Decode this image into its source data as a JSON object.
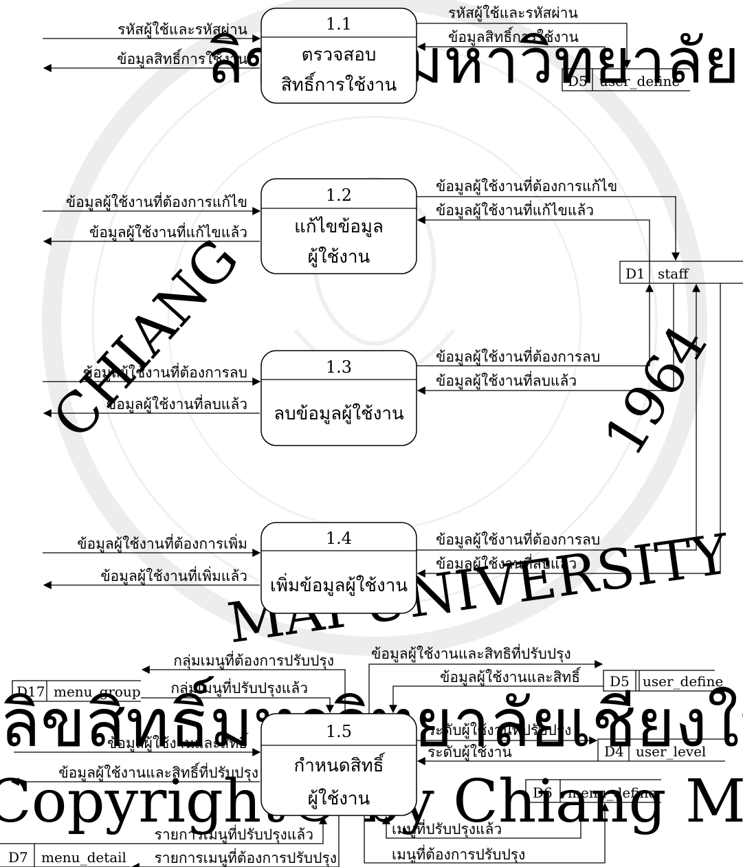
{
  "watermark": {
    "top_text": "ลิขสิทธิ์มหาวิทยาลัยเชียงใหม่",
    "arc_left": "CHIANG",
    "arc_bottom": "MAI UNIVERSITY",
    "year": "1964",
    "thai_line": "ลิขสิทธิ์มหาวิทยาลัยเชียงใหม่",
    "copyright_line": "Copyright© by Chiang Mai University"
  },
  "processes": {
    "p11": {
      "id": "1.1",
      "line1": "ตรวจสอบ",
      "line2": "สิทธิ์การใช้งาน"
    },
    "p12": {
      "id": "1.2",
      "line1": "แก้ไขข้อมูล",
      "line2": "ผู้ใช้งาน"
    },
    "p13": {
      "id": "1.3",
      "line1": "ลบข้อมูลผู้ใช้งาน"
    },
    "p14": {
      "id": "1.4",
      "line1": "เพิ่มข้อมูลผู้ใช้งาน"
    },
    "p15": {
      "id": "1.5",
      "line1": "กำหนดสิทธิ์",
      "line2": "ผู้ใช้งาน"
    }
  },
  "stores": {
    "d5_top": {
      "id": "D5",
      "name": "user_define"
    },
    "d1": {
      "id": "D1",
      "name": "staff"
    },
    "d17": {
      "id": "D17",
      "name": "menu_group"
    },
    "d5_bottom": {
      "id": "D5",
      "name": "user_define"
    },
    "d4": {
      "id": "D4",
      "name": "user_level"
    },
    "d6": {
      "id": "D6",
      "name": "menu_define"
    },
    "d7": {
      "id": "D7",
      "name": "menu_detail"
    }
  },
  "flows": {
    "f11_in": "รหัสผู้ใช้และรหัสผ่าน",
    "f11_out": "ข้อมูลสิทธิ์การใช้งาน",
    "f11_to_d5": "รหัสผู้ใช้และรหัสผ่าน",
    "f11_from_d5": "ข้อมูลสิทธิ์การใช้งาน",
    "f12_in": "ข้อมูลผู้ใช้งานที่ต้องการแก้ไข",
    "f12_out": "ข้อมูลผู้ใช้งานที่แก้ไขแล้ว",
    "f12_to_d1": "ข้อมูลผู้ใช้งานที่ต้องการแก้ไข",
    "f12_from_d1": "ข้อมูลผู้ใช้งานที่แก้ไขแล้ว",
    "f13_in": "ข้อมูลผู้ใช้งานที่ต้องการลบ",
    "f13_out": "ข้อมูลผู้ใช้งานที่ลบแล้ว",
    "f13_to_d1": "ข้อมูลผู้ใช้งานที่ต้องการลบ",
    "f13_from_d1": "ข้อมูลผู้ใช้งานที่ลบแล้ว",
    "f14_in": "ข้อมูลผู้ใช้งานที่ต้องการเพิ่ม",
    "f14_out": "ข้อมูลผู้ใช้งานที่เพิ่มแล้ว",
    "f14_to_d1": "ข้อมูลผู้ใช้งานที่ต้องการลบ",
    "f14_from_d1": "ข้อมูลผู้ใช้งานที่ลบแล้ว",
    "f15_to_d17": "กลุ่มเมนูที่ต้องการปรับปรุง",
    "f15_from_d17": "กลุ่มเมนูที่ปรับปรุงแล้ว",
    "f15_to_d5": "ข้อมูลผู้ใช้งานและสิทธิที่ปรับปรุง",
    "f15_from_d5": "ข้อมูลผู้ใช้งานและสิทธิ์",
    "f15_in": "ข้อมูลผู้ใช้งานและสิทธิ์",
    "f15_out": "ข้อมูลผู้ใช้งานและสิทธิ์ที่ปรับปรุง",
    "f15_to_d4": "ระดับผู้ใช้งานที่ปรับปรุง",
    "f15_from_d4": "ระดับผู้ใช้งาน",
    "f15_from_d7": "รายการเมนูที่ปรับปรุงแล้ว",
    "f15_to_d7": "รายการเมนูที่ต้องการปรับปรุง",
    "f15_from_d6": "เมนูที่ปรับปรุงแล้ว",
    "f15_to_d6": "เมนูที่ต้องการปรับปรุง"
  }
}
